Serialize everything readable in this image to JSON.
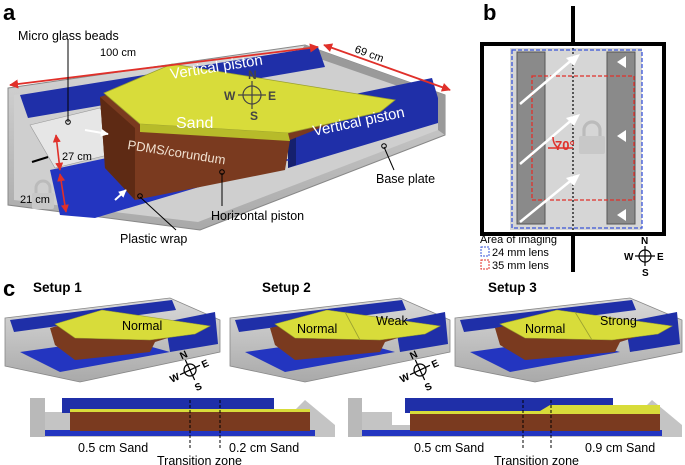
{
  "panels": {
    "a": {
      "letter": "a",
      "labels": {
        "micro_glass_beads": "Micro glass beads",
        "length_100": "100 cm",
        "width_69": "69 cm",
        "vertical_piston_back": "Vertical piston",
        "vertical_piston_right": "Vertical piston",
        "sand": "Sand",
        "pdms": "PDMS/corundum",
        "gap_27": "27 cm",
        "gap_21": "21 cm",
        "base_plate": "Base plate",
        "horizontal_piston": "Horizontal piston",
        "plastic_wrap": "Plastic wrap"
      },
      "compass": {
        "n": "N",
        "s": "S",
        "e": "E",
        "w": "W"
      }
    },
    "b": {
      "letter": "b",
      "angle": "70°",
      "legend_title": "Area of imaging",
      "legend_items": [
        {
          "label": "24 mm lens",
          "color": "#3a55d8"
        },
        {
          "label": "35 mm lens",
          "color": "#e0302a"
        }
      ],
      "compass": {
        "n": "N",
        "s": "S",
        "e": "E",
        "w": "W"
      }
    },
    "c": {
      "letter": "c",
      "setups": [
        {
          "title": "Setup 1",
          "zones": [
            "Normal"
          ]
        },
        {
          "title": "Setup 2",
          "zones": [
            "Normal",
            "Weak"
          ]
        },
        {
          "title": "Setup 3",
          "zones": [
            "Normal",
            "Strong"
          ]
        }
      ],
      "compass": {
        "n": "N",
        "s": "S",
        "e": "E",
        "w": "W"
      },
      "sections": [
        {
          "left": "0.5 cm Sand",
          "right": "0.2 cm Sand",
          "zone": "Transition zone"
        },
        {
          "left": "0.5 cm Sand",
          "right": "0.9 cm Sand",
          "zone": "Transition zone"
        }
      ]
    }
  },
  "colors": {
    "blue": "#1f2fa8",
    "sand": "#d8dc3a",
    "brown": "#7a3a1f",
    "gray": "#b9b9b9",
    "red": "#e0302a"
  }
}
